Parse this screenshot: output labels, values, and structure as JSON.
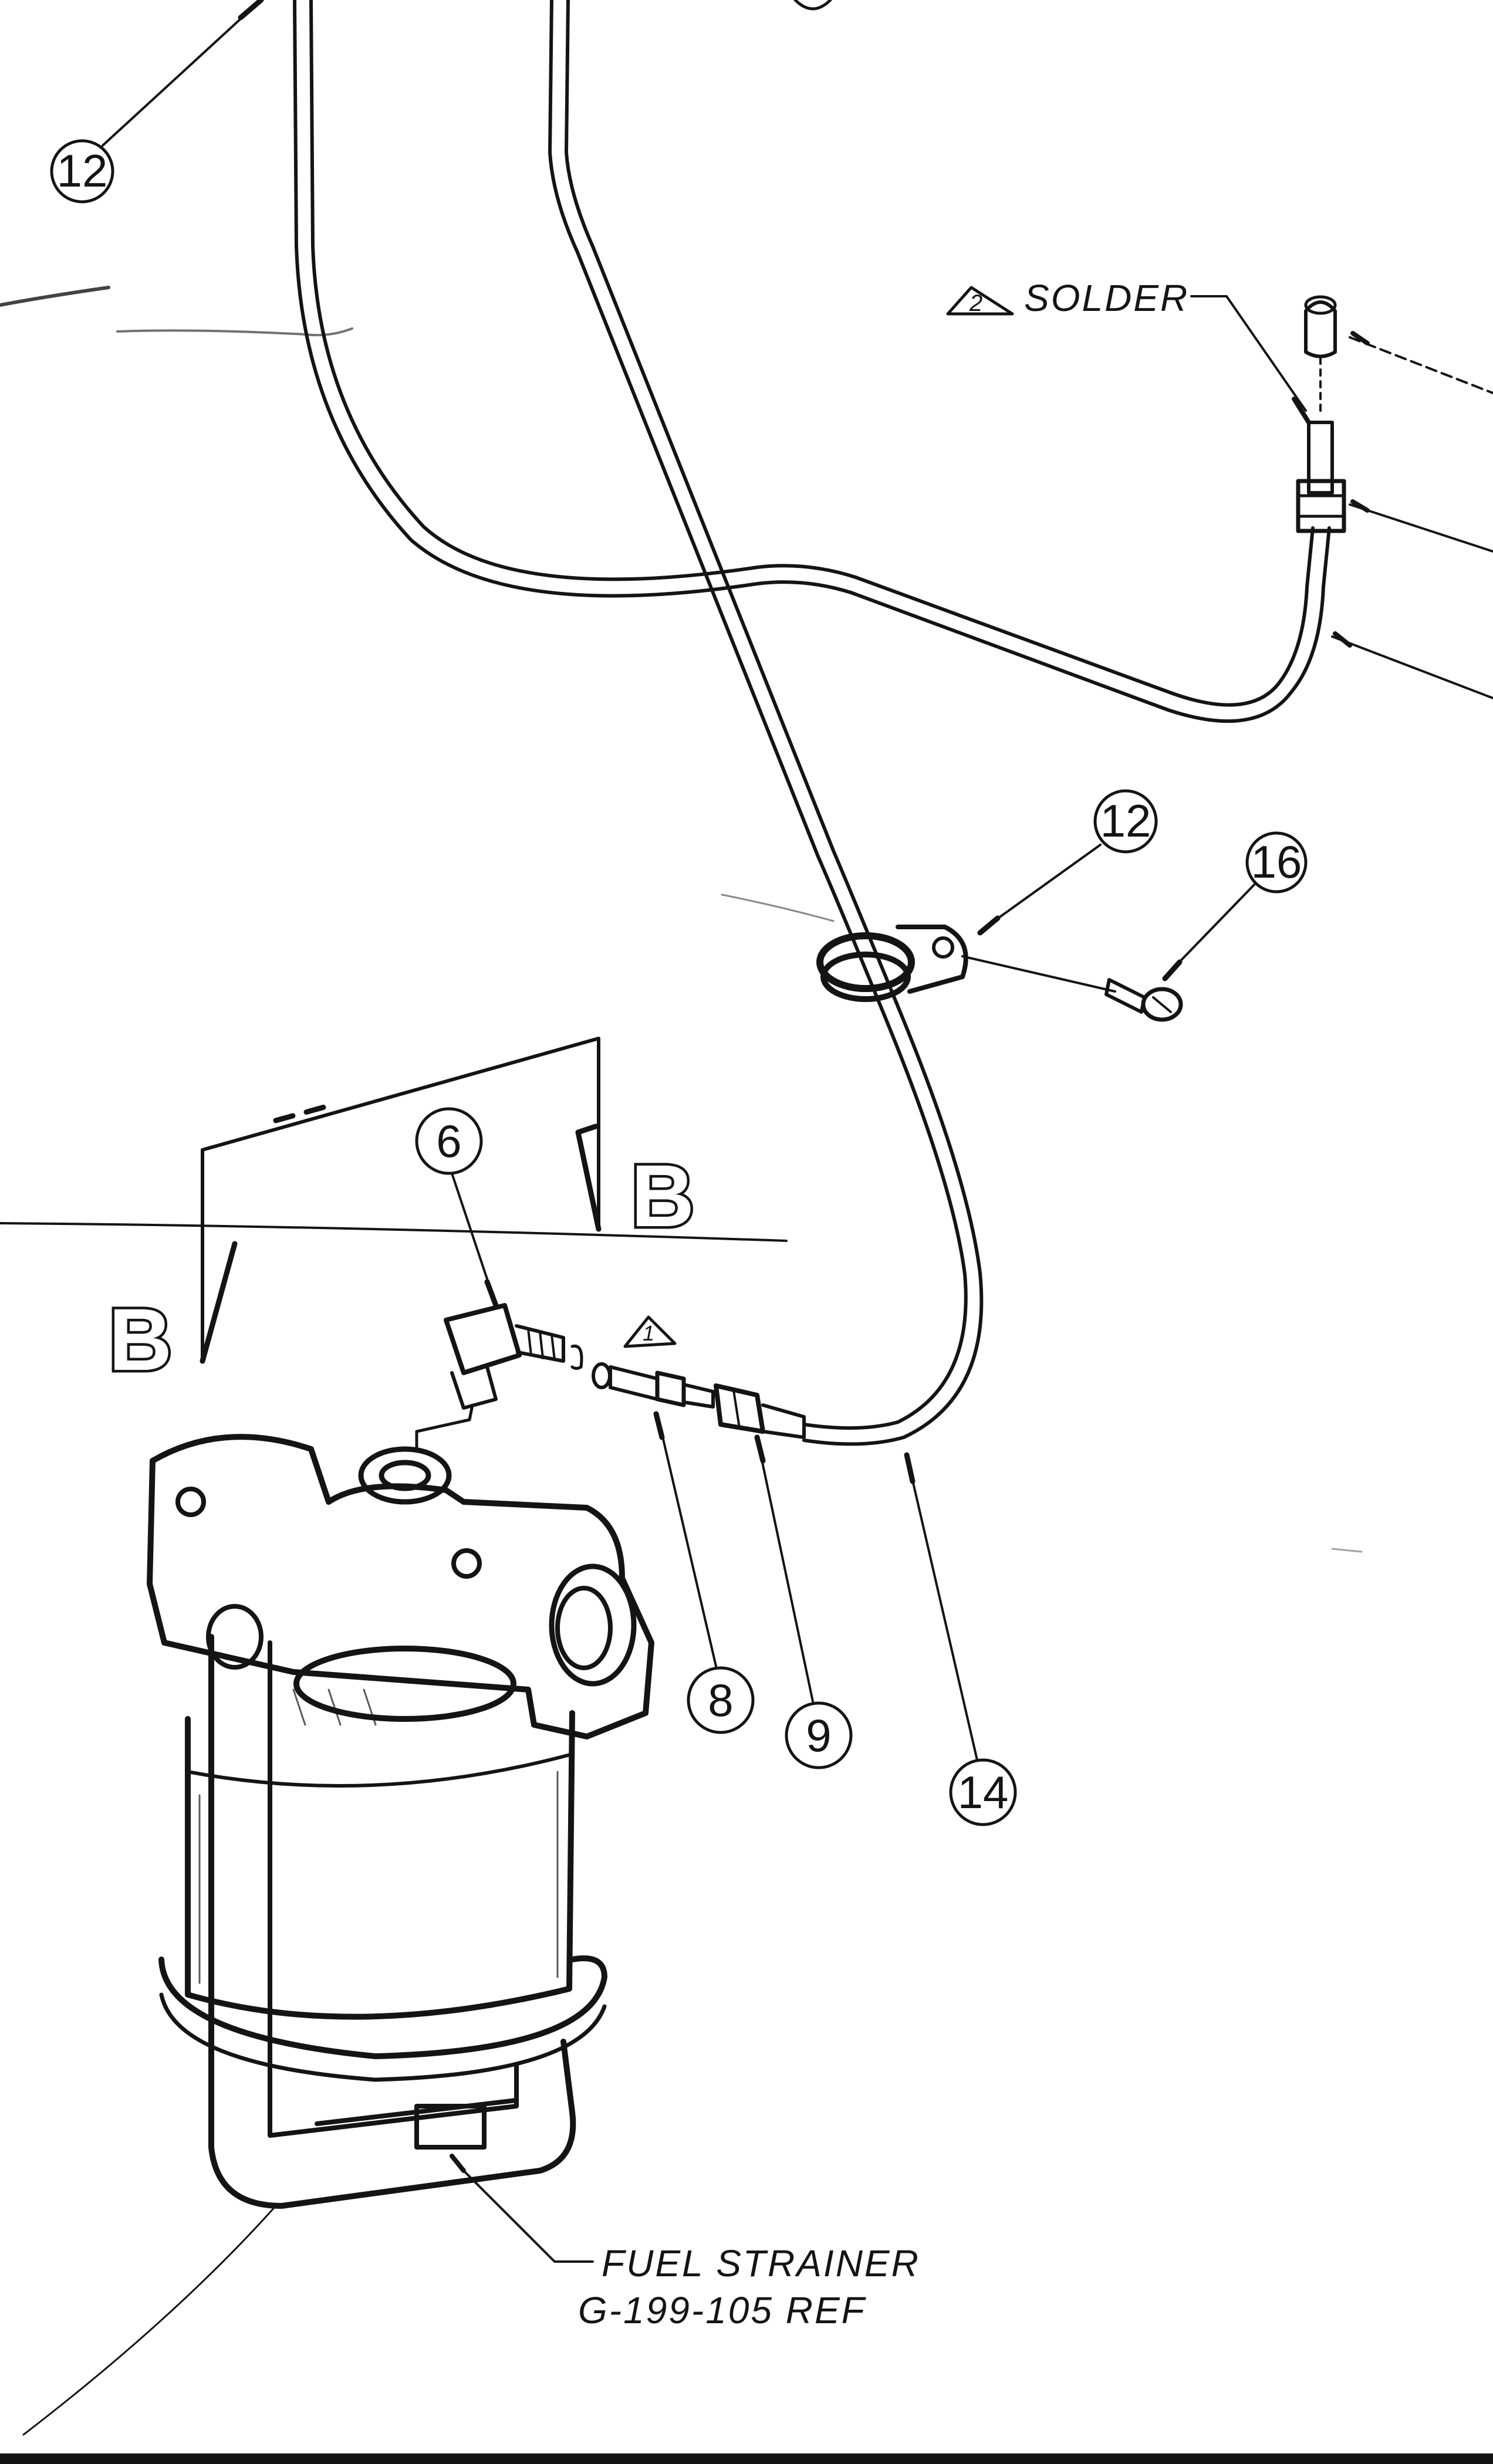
{
  "notes": {
    "solder_flag": "2",
    "solder_label": "SOLDER",
    "note_flag": "1",
    "strainer_line1": "FUEL STRAINER",
    "strainer_line2": "G-199-105 REF"
  },
  "section": {
    "left_label": "B",
    "right_label": "B"
  },
  "callouts": [
    {
      "id": "callout-12-top",
      "label": "12"
    },
    {
      "id": "callout-12-clamp",
      "label": "12"
    },
    {
      "id": "callout-16",
      "label": "16"
    },
    {
      "id": "callout-6",
      "label": "6"
    },
    {
      "id": "callout-8",
      "label": "8"
    },
    {
      "id": "callout-9",
      "label": "9"
    },
    {
      "id": "callout-14",
      "label": "14"
    }
  ]
}
